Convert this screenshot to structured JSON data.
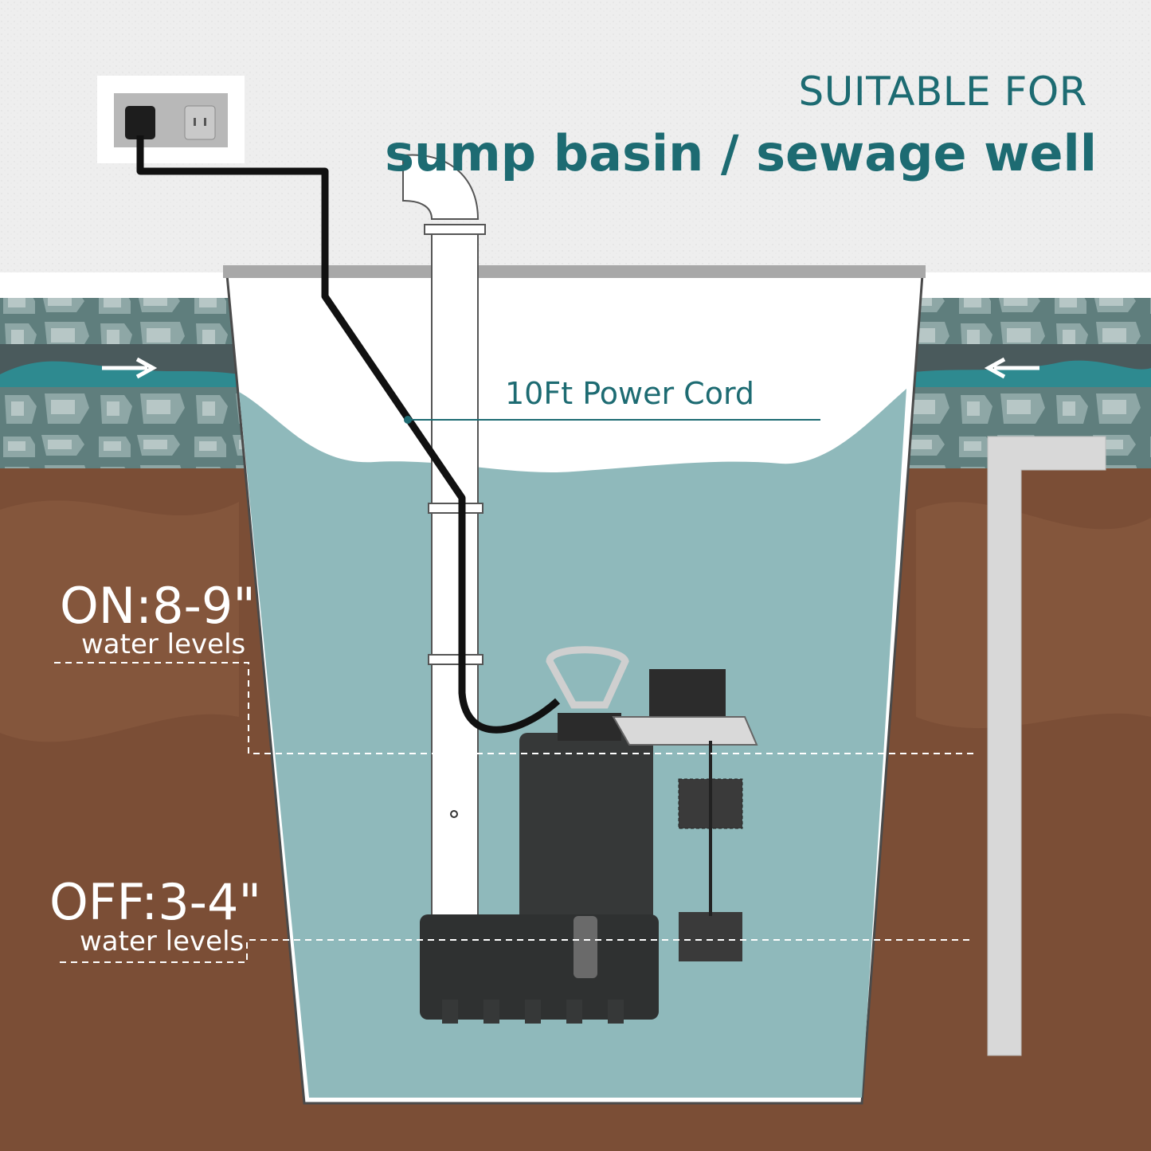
{
  "heading": {
    "line1": "SUITABLE FOR",
    "line2": "sump basin / sewage well"
  },
  "cord": {
    "label": "10Ft Power Cord"
  },
  "levels": {
    "on": {
      "title": "ON:8-9\"",
      "sub": "water levels"
    },
    "off": {
      "title": "OFF:3-4\"",
      "sub": "water levels"
    }
  },
  "colors": {
    "accent": "#1d6b72",
    "water": "#8fb9bb",
    "soil": "#7b4e36",
    "gravel": "#5f7e7d",
    "pump": "#363838"
  }
}
